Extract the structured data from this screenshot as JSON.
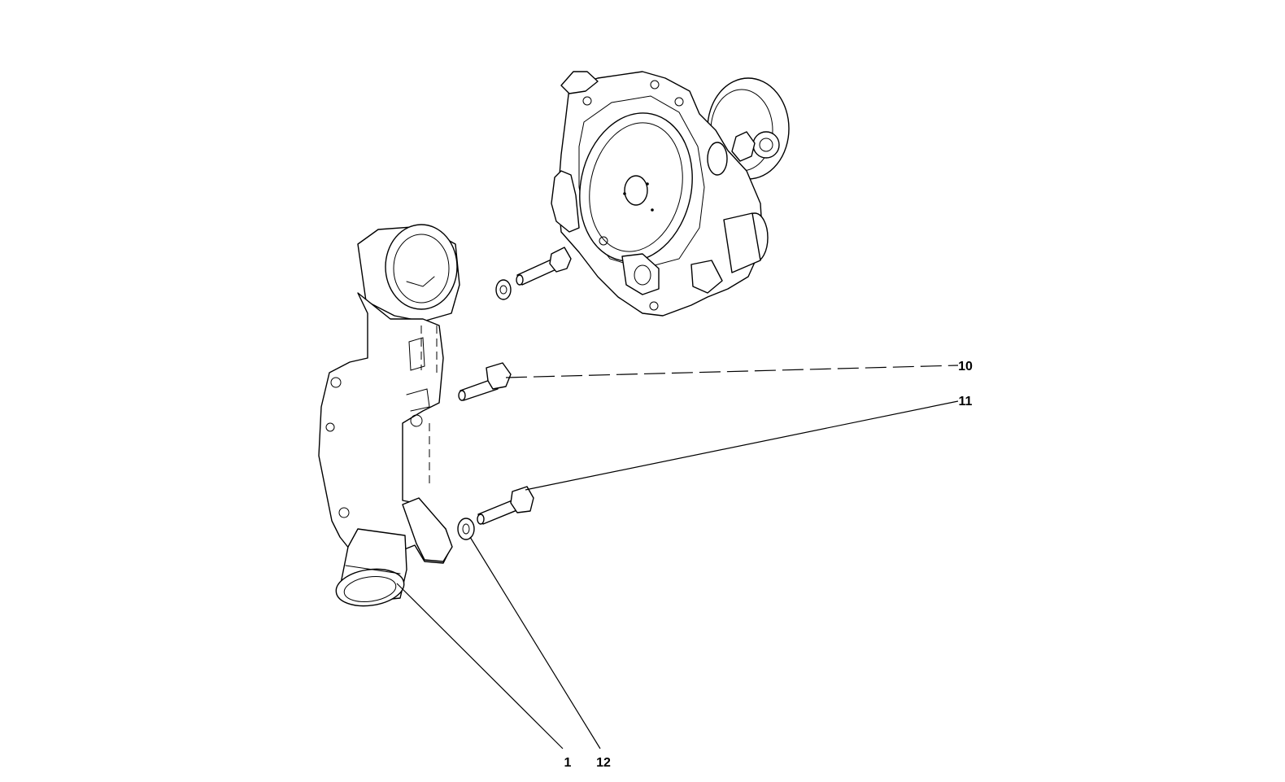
{
  "callouts": [
    {
      "id": "callout-1",
      "text": "1"
    },
    {
      "id": "callout-12",
      "text": "12"
    },
    {
      "id": "callout-10",
      "text": "10"
    },
    {
      "id": "callout-11",
      "text": "11"
    }
  ],
  "line_color": "#000000",
  "background_color": "#ffffff"
}
